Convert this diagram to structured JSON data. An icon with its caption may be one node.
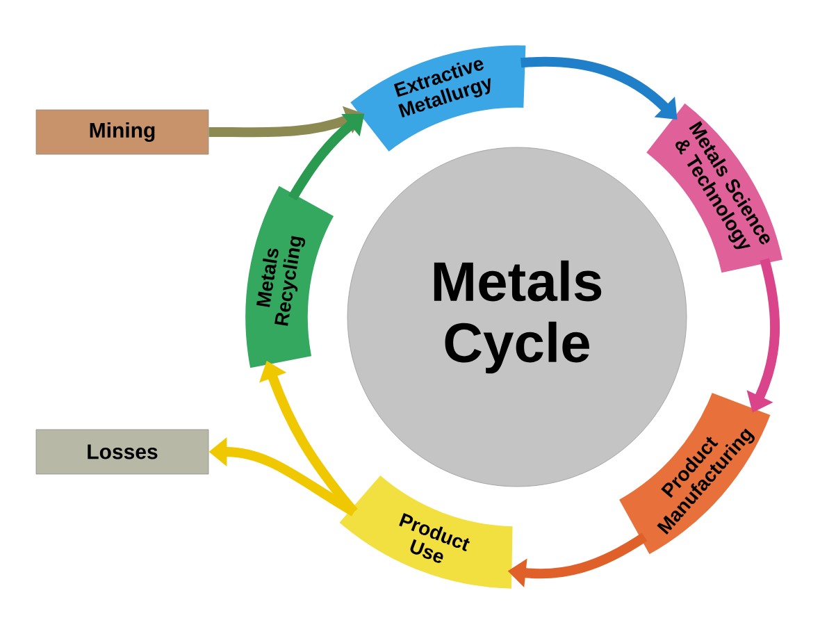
{
  "diagram": {
    "nodes": [
      {
        "text": [
          "Mining"
        ]
      },
      {
        "text": [
          "Extractive Metallurgy"
        ]
      },
      {
        "text": [
          "Metals Science & Technology"
        ]
      },
      {
        "text": [
          "Metals Recycling"
        ]
      },
      {
        "text": [
          "Metals Cycle"
        ]
      },
      {
        "text": [
          "Product Manufacturing"
        ]
      },
      {
        "text": [
          "Losses"
        ]
      },
      {
        "text": [
          "Product Use"
        ]
      }
    ],
    "edges": [
      {
        "from": 0,
        "to": 1,
        "arrow": "to",
        "color": "#8c8a52"
      },
      {
        "from": 1,
        "to": 2,
        "arrow": "to",
        "color": "#1f7fc8"
      },
      {
        "from": 2,
        "to": 5,
        "arrow": "to",
        "color": "#d9448a"
      },
      {
        "from": 5,
        "to": 7,
        "arrow": "to",
        "color": "#e0602a"
      },
      {
        "from": 7,
        "to": 3,
        "arrow": "to",
        "color": "#f0c800"
      },
      {
        "from": 7,
        "to": 6,
        "arrow": "to",
        "color": "#f0c800"
      },
      {
        "from": 3,
        "to": 1,
        "arrow": "to",
        "color": "#2a9a50"
      }
    ]
  }
}
